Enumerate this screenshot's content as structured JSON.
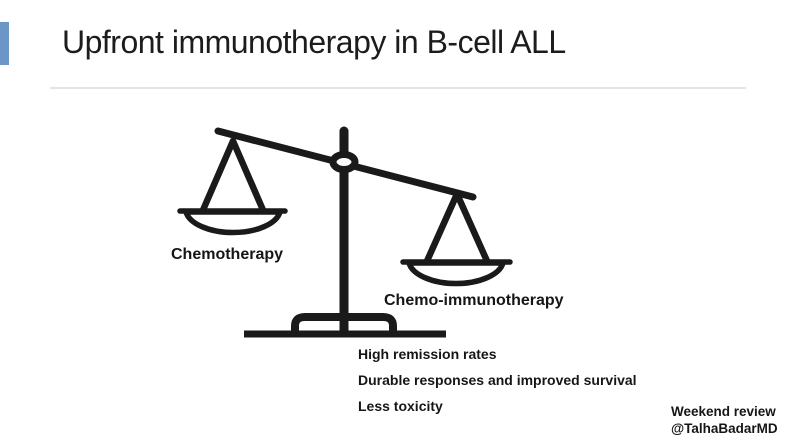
{
  "slide": {
    "title": "Upfront immunotherapy in B-cell ALL",
    "accent_color": "#6C96C8",
    "ink_color": "#1a1a1a",
    "divider_color": "#e4e4e4"
  },
  "scale": {
    "left_label": "Chemotherapy",
    "right_label": "Chemo-immunotherapy",
    "tilt": "right-pan-lower",
    "benefits": [
      "High remission rates",
      "Durable responses and improved survival",
      "Less toxicity"
    ]
  },
  "footer": {
    "line1": "Weekend review",
    "line2": "@TalhaBadarMD"
  }
}
